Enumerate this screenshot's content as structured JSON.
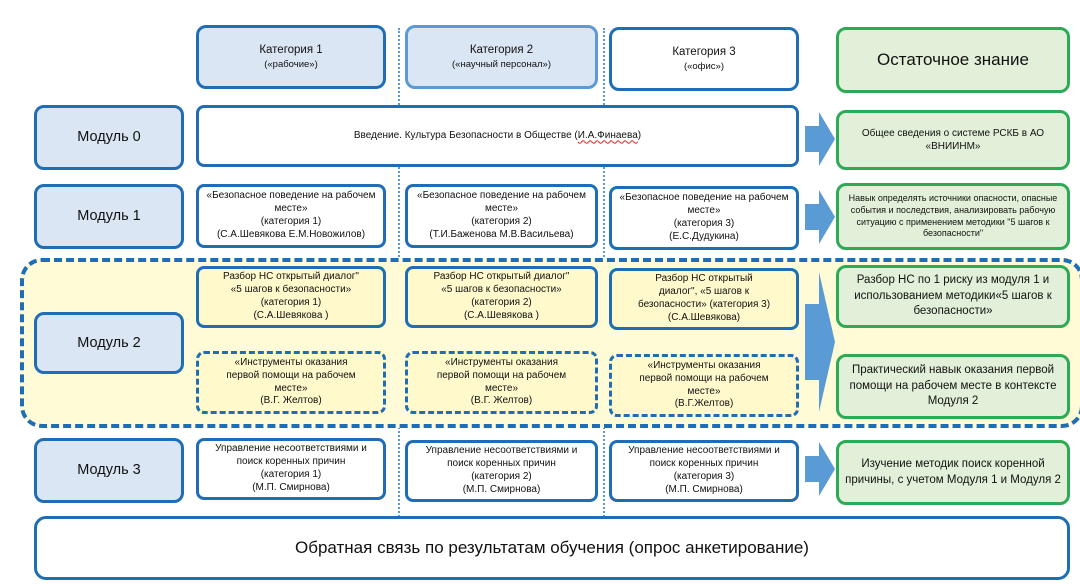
{
  "categories": [
    {
      "title": "Категория 1",
      "sub": "(«рабочие»)"
    },
    {
      "title": "Категория 2",
      "sub": "(«научный персонал»)"
    },
    {
      "title": "Категория 3",
      "sub": "(«офис»)"
    }
  ],
  "residual_header": "Остаточное знание",
  "modules": [
    "Модуль 0",
    "Модуль 1",
    "Модуль 2",
    "Модуль 3"
  ],
  "module0": {
    "intro_prefix": "Введение. Культура Безопасности в Обществе (",
    "intro_name": "И.А.Финаева",
    "intro_suffix": ")",
    "result": "Общее сведения о системе РСКБ в АО «ВНИИНМ»"
  },
  "module1": {
    "cells": [
      "«Безопасное поведение на рабочем месте»\n(категория 1)\n(С.А.Шевякова Е.М.Новожилов)",
      "«Безопасное поведение на рабочем месте»\n(категория 2)\n(Т.И.Баженова М.В.Васильева)",
      "«Безопасное поведение на рабочем месте»\n(категория 3)\n(Е.С.Дудукина)"
    ],
    "result": "Навык определять источники опасности, опасные события и последствия, анализировать рабочую ситуацию с применением методики \"5 шагов к безопасности\""
  },
  "module2": {
    "row1": [
      "Разбор НС открытый диалог\"\n«5 шагов к безопасности»\n(категория 1)\n(С.А.Шевякова )",
      "Разбор НС открытый диалог\"\n«5 шагов к безопасности»\n(категория 2)\n(С.А.Шевякова )",
      "Разбор НС открытый\nдиалог\", «5 шагов к\nбезопасности» (категория 3)\n(С.А.Шевякова)"
    ],
    "row2": [
      "«Инструменты оказания\nпервой помощи на рабочем\nместе»\n(В.Г. Желтов)",
      "«Инструменты оказания\nпервой помощи на рабочем\nместе»\n(В.Г. Желтов)",
      "«Инструменты оказания\nпервой помощи на рабочем\nместе»\n(В.Г.Желтов)"
    ],
    "result1": "Разбор НС по 1 риску из модуля 1 и использованием методики«5 шагов к безопасности»",
    "result2": "Практический навык оказания первой помощи на рабочем месте в контексте Модуля 2"
  },
  "module3": {
    "cells": [
      "Управление несоответствиями и\nпоиск коренных причин\n(категория 1)\n(М.П. Смирнова)",
      "Управление несоответствиями и\nпоиск коренных причин\n(категория 2)\n(М.П. Смирнова)",
      "Управление несоответствиями и\nпоиск коренных причин\n(категория 3)\n(М.П. Смирнова)"
    ],
    "result": "Изучение методик поиск коренной причины, с учетом Модуля 1 и Модуля 2"
  },
  "feedback": "Обратная связь по результатам обучения (опрос анкетирование)",
  "colors": {
    "blue_border": "#1f6db5",
    "light_blue_fill": "#dbe6f4",
    "green_border": "#2daa55",
    "green_fill": "#e2f0d9",
    "yellow_fill": "#fff9cc",
    "arrow": "#5b9bd5"
  }
}
